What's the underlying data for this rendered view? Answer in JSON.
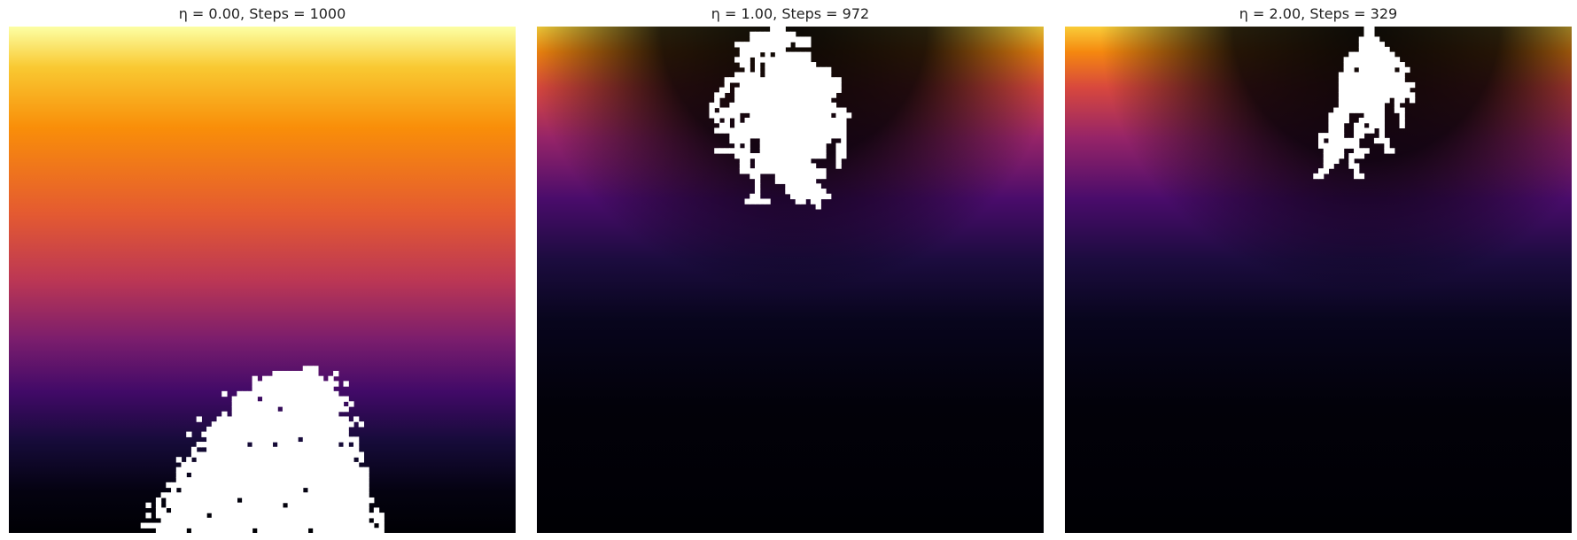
{
  "chart_data": [
    {
      "type": "heatmap",
      "title": "η = 0.00, Steps = 1000",
      "eta": 0.0,
      "steps": 1000,
      "colormap": "inferno",
      "axes": "off",
      "cluster_color": "#ffffff"
    },
    {
      "type": "heatmap",
      "title": "η = 1.00, Steps = 972",
      "eta": 1.0,
      "steps": 972,
      "colormap": "inferno",
      "axes": "off",
      "cluster_color": "#ffffff"
    },
    {
      "type": "heatmap",
      "title": "η = 2.00, Steps = 329",
      "eta": 2.0,
      "steps": 329,
      "colormap": "inferno",
      "axes": "off",
      "cluster_color": "#ffffff"
    }
  ]
}
